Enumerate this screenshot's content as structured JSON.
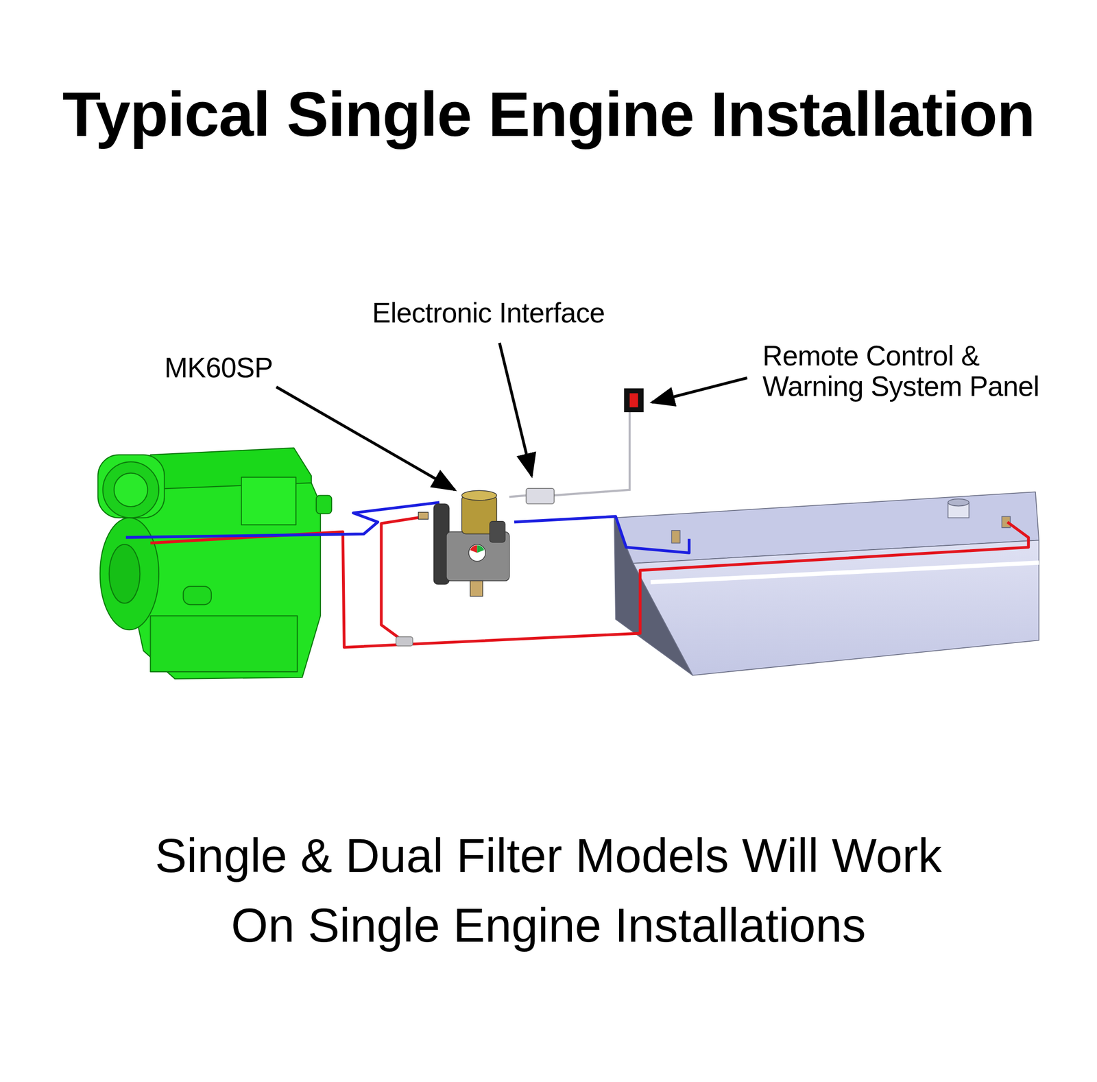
{
  "diagram": {
    "title": "Typical Single Engine Installation",
    "caption": "Single & Dual Filter Models Will Work On Single Engine Installations",
    "labels": [
      "MK60SP",
      "Electronic Interface",
      "Remote Control & Warning System Panel"
    ]
  }
}
